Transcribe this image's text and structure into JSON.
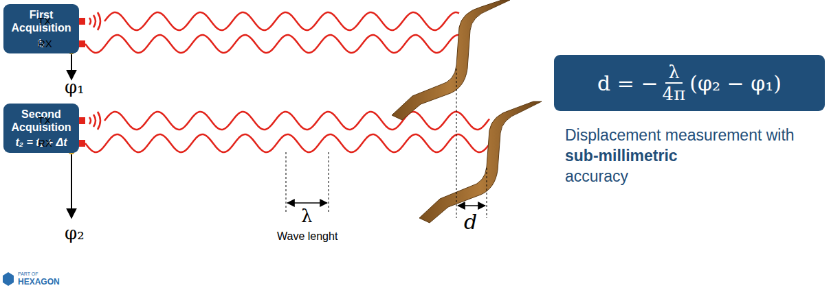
{
  "diagram": {
    "nodes": [
      {
        "text": [
          "First Acquisition",
          "t₁"
        ]
      },
      {
        "text": [
          "Second Acquisition",
          "t₂ = t₁ + Δt"
        ]
      },
      {
        "text": [
          "d = −",
          "λ",
          "4π",
          "(φ₂ − φ₁)"
        ]
      }
    ],
    "labels": [
      "TX",
      "RX",
      "TX",
      "RX",
      "φ₁",
      "φ₂",
      "λ",
      "Wave lenght",
      "d",
      "Displacement measurement with",
      "sub-millimetric",
      "accuracy",
      "PART OF",
      "HEXAGON"
    ]
  }
}
